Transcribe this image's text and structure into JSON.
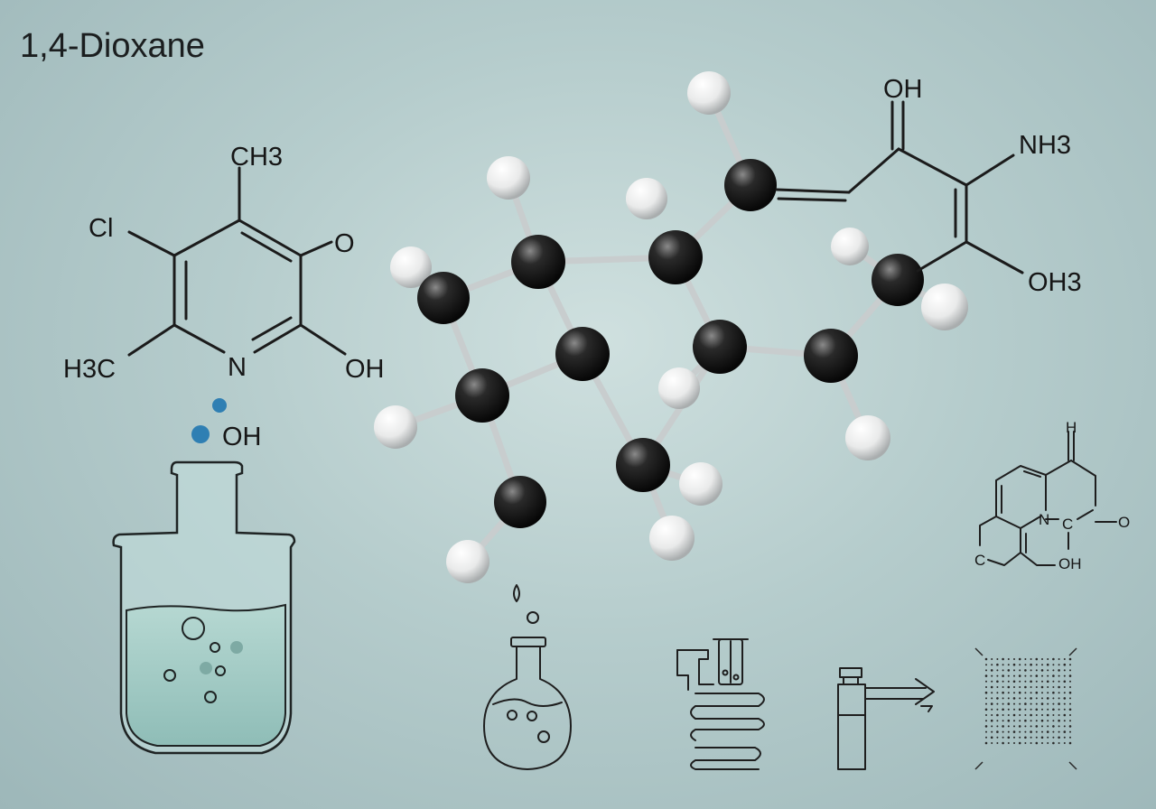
{
  "title": "1,4-Dioxane",
  "pyridine": {
    "ch3_top": "CH3",
    "cl": "Cl",
    "o": "O",
    "h3c": "H3C",
    "n": "N",
    "oh": "OH"
  },
  "beaker": {
    "drop_label": "OH"
  },
  "chain": {
    "oh_top": "OH",
    "nh3": "NH3",
    "oh3": "OH3"
  },
  "tricyclic": {
    "h": "H",
    "n": "N",
    "c_center": "C",
    "o": "O",
    "c_left": "C",
    "oh": "OH"
  },
  "colors": {
    "atom_carbon": "#1c1c1c",
    "atom_hydrogen": "#f2f2f2",
    "bond_ball": "#c8cdce",
    "liquid": "#9fc9c3",
    "drop": "#2f7fb3"
  },
  "icons": [
    "round-flask-icon",
    "lab-stand-icon",
    "vial-arrow-icon",
    "dot-grid-icon"
  ]
}
